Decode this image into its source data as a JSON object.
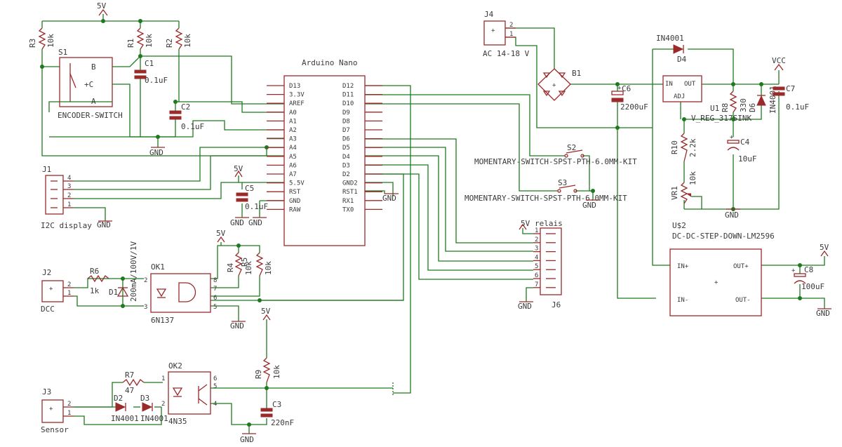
{
  "labels": {
    "v5_top": "5V",
    "r3_ref": "R3",
    "r3_val": "10k",
    "r1_ref": "R1",
    "r1_val": "10k",
    "r2_ref": "R2",
    "r2_val": "10k",
    "s1_ref": "S1",
    "s1_b": "B",
    "s1_c": "+C",
    "s1_a": "A",
    "s1_name": "ENCODER-SWITCH",
    "c1_ref": "C1",
    "c1_val": "0.1uF",
    "c2_ref": "C2",
    "c2_val": "0.1uF",
    "gnd": "GND",
    "nano_title": "Arduino Nano",
    "nano_left": [
      "D13",
      "3.3V",
      "AREF",
      "A0",
      "A1",
      "A2",
      "A3",
      "A4",
      "A5",
      "A6",
      "A7",
      "5.5V",
      "RST",
      "GND",
      "RAW"
    ],
    "nano_right": [
      "D12",
      "D11",
      "D10",
      "D9",
      "D8",
      "D7",
      "D6",
      "D5",
      "D4",
      "D3",
      "D2",
      "GND2",
      "RST1",
      "RX1",
      "TX0"
    ],
    "j1_ref": "J1",
    "j1_name": "I2C display",
    "j1_pins": [
      "4",
      "3",
      "2",
      "1"
    ],
    "c5_ref": "C5",
    "c5_val": "0.1uF",
    "v5": "5V",
    "j2_ref": "J2",
    "j2_name": "DCC",
    "r6_ref": "R6",
    "r6_val": "1k",
    "d1_ref": "D1",
    "d1_val": "200mA/100V/1V",
    "ok1_ref": "OK1",
    "ok1_name": "6N137",
    "r4_ref": "R4",
    "r4_val": "10k",
    "r5_ref": "R5",
    "r5_val": "10k",
    "j3_ref": "J3",
    "j3_name": "Sensor",
    "r7_ref": "R7",
    "r7_val": "47",
    "d2_ref": "D2",
    "d2_val": "IN4001",
    "d3_ref": "D3",
    "d3_val": "IN4001",
    "ok2_ref": "OK2",
    "ok2_name": "4N35",
    "r9_ref": "R9",
    "r9_val": "10k",
    "c3_ref": "C3",
    "c3_val": "220nF",
    "j4_ref": "J4",
    "j4_name": "AC 14-18 V",
    "b1_ref": "B1",
    "c6_ref": "C6",
    "c6_val": "2200uF",
    "d4_name": "IN4001",
    "d4_ref": "D4",
    "u1_ref": "U1",
    "u1_name": "V_REG_317SINK",
    "u1_in": "IN",
    "u1_out": "OUT",
    "u1_adj": "ADJ",
    "r8_ref": "R8",
    "r8_val": "330",
    "d6_ref": "D6",
    "d6_val": "IN4001",
    "vcc": "VCC",
    "c7_ref": "C7",
    "c7_val": "0.1uF",
    "r10_ref": "R10",
    "r10_val": "2.2k",
    "c4_ref": "C4",
    "c4_val": "10uF",
    "vr1_ref": "VR1",
    "vr1_val": "10k",
    "s2_ref": "S2",
    "s3_ref": "S3",
    "sw_name": "MOMENTARY-SWITCH-SPST-PTH-6.0MM-KIT",
    "u2_ref": "U$2",
    "u2_name": "DC-DC-STEP-DOWN-LM2596",
    "u2_inp": "IN+",
    "u2_inn": "IN-",
    "u2_outp": "OUT+",
    "u2_outn": "OUT-",
    "c8_ref": "C8",
    "c8_val": "100uF",
    "j6_ref": "J6",
    "j6_name": "relais",
    "j6_pins": [
      "1",
      "2",
      "3",
      "4",
      "5",
      "6",
      "7"
    ]
  }
}
